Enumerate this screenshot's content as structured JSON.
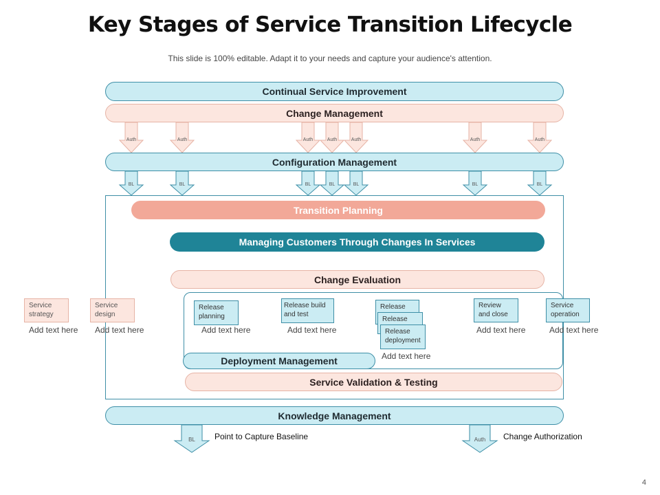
{
  "title": "Key Stages of Service Transition Lifecycle",
  "subtitle": "This slide is 100% editable. Adapt it to your needs and capture your audience's attention.",
  "bars": {
    "continual_improvement": "Continual Service Improvement",
    "change_management": "Change Management",
    "configuration_management": "Configuration Management",
    "transition_planning": "Transition Planning",
    "managing_customers": "Managing Customers Through Changes In Services",
    "change_evaluation": "Change Evaluation",
    "deployment_management": "Deployment Management",
    "validation_testing": "Service Validation & Testing",
    "knowledge_management": "Knowledge  Management"
  },
  "arrow_labels": {
    "auth": "Auth",
    "bl": "BL"
  },
  "stages": [
    {
      "label": "Service strategy",
      "add": "Add text here"
    },
    {
      "label": "Service design",
      "add": "Add text here"
    },
    {
      "label": "Release planning",
      "add": "Add text here"
    },
    {
      "label": "Release build and test",
      "add": "Add text here"
    },
    {
      "label": "Release",
      "add": "Add text here"
    },
    {
      "label": "Review and close",
      "add": "Add text here"
    },
    {
      "label": "Service operation",
      "add": "Add text here"
    }
  ],
  "release_stack": [
    "Release",
    "Release",
    "Release deployment"
  ],
  "legend": {
    "baseline": "Point to Capture Baseline",
    "authorization": "Change  Authorization"
  },
  "page_number": "4",
  "colors": {
    "light_blue": "#cbecf3",
    "border_blue": "#3d8ea6",
    "light_pink": "#fce6df",
    "salmon": "#f2a898",
    "teal": "#1f8497"
  }
}
